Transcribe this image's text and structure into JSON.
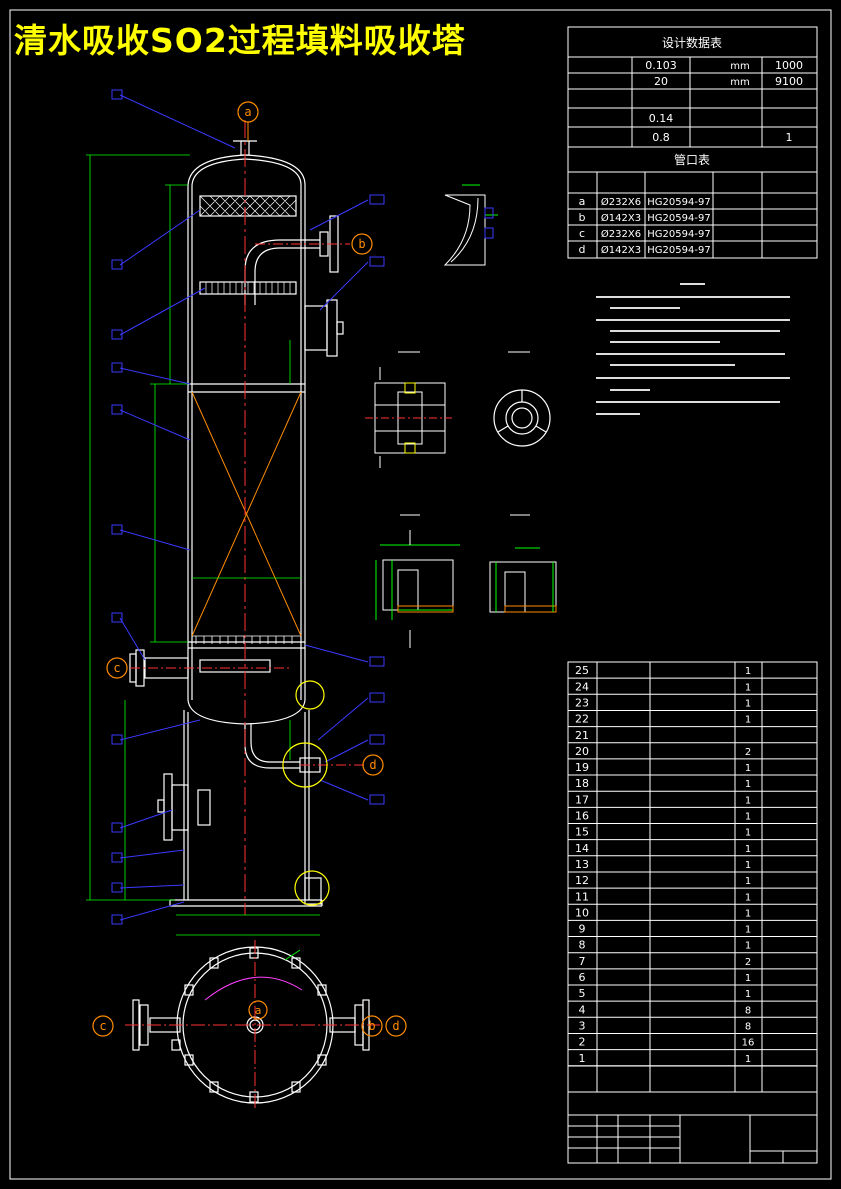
{
  "title": "清水吸收SO2过程填料吸收塔",
  "design_table": {
    "header": "设计数据表",
    "rows": [
      [
        "0.103",
        "1000"
      ],
      [
        "20",
        "9100"
      ],
      [
        "",
        ""
      ],
      [
        "0.14",
        ""
      ],
      [
        "0.8",
        "1"
      ]
    ],
    "unit_mm_a": "mm",
    "unit_mm_b": "mm"
  },
  "nozzle_table": {
    "header": "管口表",
    "rows": [
      {
        "mark": "a",
        "size": "Ø232X6",
        "std": "HG20594-97"
      },
      {
        "mark": "b",
        "size": "Ø142X3",
        "std": "HG20594-97"
      },
      {
        "mark": "c",
        "size": "Ø232X6",
        "std": "HG20594-97"
      },
      {
        "mark": "d",
        "size": "Ø142X3",
        "std": "HG20594-97"
      }
    ]
  },
  "parts_list": {
    "numbers": [
      "25",
      "24",
      "23",
      "22",
      "21",
      "20",
      "19",
      "18",
      "17",
      "16",
      "15",
      "14",
      "13",
      "12",
      "11",
      "10",
      "9",
      "8",
      "7",
      "6",
      "5",
      "4",
      "3",
      "2",
      "1"
    ],
    "qty": [
      "1",
      "1",
      "1",
      "1",
      "",
      "2",
      "1",
      "1",
      "1",
      "1",
      "1",
      "1",
      "1",
      "1",
      "1",
      "1",
      "1",
      "1",
      "2",
      "1",
      "1",
      "8",
      "8",
      "16",
      "1"
    ]
  },
  "callouts": {
    "a": "a",
    "b": "b",
    "c": "c",
    "d": "d"
  },
  "colors": {
    "accent": "#ffff00",
    "line": "#ffffff",
    "callout": "#ff8c00",
    "leader": "#3a3aff",
    "dim": "#00ff00",
    "center": "#ff3333",
    "cyan": "#00ffff",
    "magenta": "#ff40ff"
  }
}
